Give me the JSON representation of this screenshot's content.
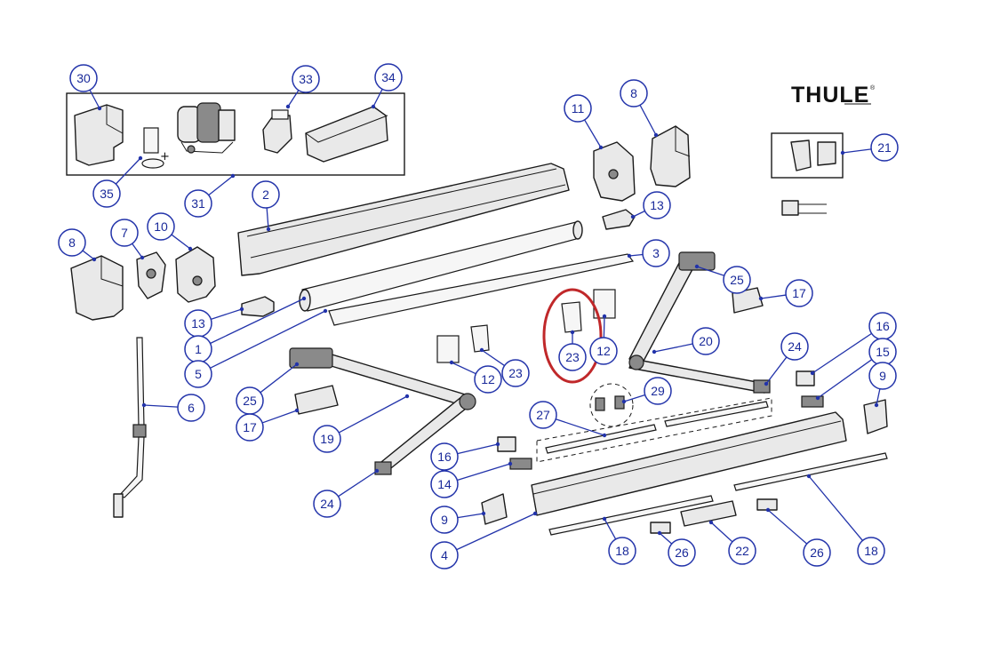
{
  "brand": {
    "name": "THULE",
    "mark": "®"
  },
  "highlighted_part": "23",
  "callouts": [
    {
      "id": "c30",
      "label": "30"
    },
    {
      "id": "c33",
      "label": "33"
    },
    {
      "id": "c34",
      "label": "34"
    },
    {
      "id": "c35",
      "label": "35"
    },
    {
      "id": "c31",
      "label": "31"
    },
    {
      "id": "c2",
      "label": "2"
    },
    {
      "id": "c11",
      "label": "11"
    },
    {
      "id": "c8a",
      "label": "8"
    },
    {
      "id": "c13a",
      "label": "13"
    },
    {
      "id": "c21",
      "label": "21"
    },
    {
      "id": "c8b",
      "label": "8"
    },
    {
      "id": "c7",
      "label": "7"
    },
    {
      "id": "c10",
      "label": "10"
    },
    {
      "id": "c3",
      "label": "3"
    },
    {
      "id": "c25a",
      "label": "25"
    },
    {
      "id": "c17a",
      "label": "17"
    },
    {
      "id": "c13b",
      "label": "13"
    },
    {
      "id": "c1",
      "label": "1"
    },
    {
      "id": "c5",
      "label": "5"
    },
    {
      "id": "c23a",
      "label": "23"
    },
    {
      "id": "c12a",
      "label": "12"
    },
    {
      "id": "c20",
      "label": "20"
    },
    {
      "id": "c12b",
      "label": "12"
    },
    {
      "id": "c23b",
      "label": "23"
    },
    {
      "id": "c24a",
      "label": "24"
    },
    {
      "id": "c16a",
      "label": "16"
    },
    {
      "id": "c15",
      "label": "15"
    },
    {
      "id": "c9a",
      "label": "9"
    },
    {
      "id": "c6",
      "label": "6"
    },
    {
      "id": "c25b",
      "label": "25"
    },
    {
      "id": "c17b",
      "label": "17"
    },
    {
      "id": "c19",
      "label": "19"
    },
    {
      "id": "c29",
      "label": "29"
    },
    {
      "id": "c27",
      "label": "27"
    },
    {
      "id": "c16b",
      "label": "16"
    },
    {
      "id": "c14",
      "label": "14"
    },
    {
      "id": "c24b",
      "label": "24"
    },
    {
      "id": "c9b",
      "label": "9"
    },
    {
      "id": "c4",
      "label": "4"
    },
    {
      "id": "c18a",
      "label": "18"
    },
    {
      "id": "c26a",
      "label": "26"
    },
    {
      "id": "c22",
      "label": "22"
    },
    {
      "id": "c26b",
      "label": "26"
    },
    {
      "id": "c18b",
      "label": "18"
    }
  ],
  "colors": {
    "callout": "#2233aa",
    "highlight": "#c0282a",
    "line": "#1a1a1a"
  }
}
